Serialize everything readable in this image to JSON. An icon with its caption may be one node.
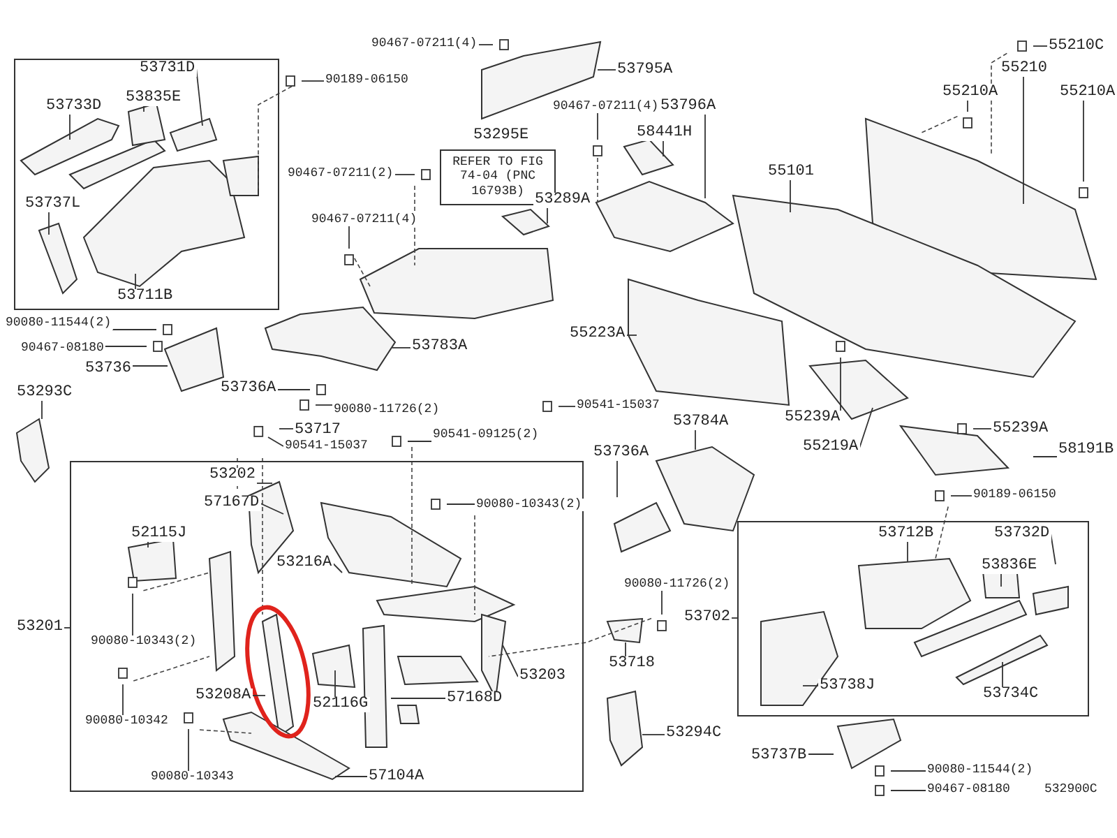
{
  "diagram": {
    "nodes": [
      {
        "text": [],
        "shape": "box"
      },
      {
        "text": [],
        "shape": "box"
      },
      {
        "text": [],
        "shape": "box"
      },
      {
        "text": [
          "53731D"
        ],
        "in": 0
      },
      {
        "text": [
          "53835E"
        ],
        "in": 0
      },
      {
        "text": [
          "53733D"
        ],
        "in": 0
      },
      {
        "text": [
          "53737L"
        ],
        "in": 0
      },
      {
        "text": [
          "53711B"
        ],
        "in": 0
      },
      {
        "text": [
          "90189-06150"
        ]
      },
      {
        "text": [
          "90467-07211(4)"
        ]
      },
      {
        "text": [
          "53795A"
        ]
      },
      {
        "text": [
          "53295E"
        ]
      },
      {
        "text": [
          "REFER TO FIG 74-04 (PNC 16793B)"
        ]
      },
      {
        "text": [
          "53289A"
        ]
      },
      {
        "text": [
          "90467-07211(2)"
        ]
      },
      {
        "text": [
          "90467-07211(4)"
        ]
      },
      {
        "text": [
          "90467-07211(4)"
        ]
      },
      {
        "text": [
          "53796A"
        ]
      },
      {
        "text": [
          "58441H"
        ]
      },
      {
        "text": [
          "55101"
        ]
      },
      {
        "text": [
          "55210C"
        ]
      },
      {
        "text": [
          "55210"
        ]
      },
      {
        "text": [
          "55210A"
        ]
      },
      {
        "text": [
          "55210A"
        ]
      },
      {
        "text": [
          "90080-11544(2)"
        ]
      },
      {
        "text": [
          "90467-08180"
        ]
      },
      {
        "text": [
          "53736"
        ]
      },
      {
        "text": [
          "53783A"
        ]
      },
      {
        "text": [
          "53293C"
        ]
      },
      {
        "text": [
          "53736A"
        ]
      },
      {
        "text": [
          "90080-11726(2)"
        ]
      },
      {
        "text": [
          "53717"
        ]
      },
      {
        "text": [
          "90541-15037"
        ]
      },
      {
        "text": [
          "90541-09125(2)"
        ]
      },
      {
        "text": [
          "55223A"
        ]
      },
      {
        "text": [
          "90541-15037"
        ]
      },
      {
        "text": [
          "55239A"
        ]
      },
      {
        "text": [
          "55219A"
        ]
      },
      {
        "text": [
          "53784A"
        ]
      },
      {
        "text": [
          "53736A"
        ]
      },
      {
        "text": [
          "55239A"
        ]
      },
      {
        "text": [
          "58191B"
        ]
      },
      {
        "text": [
          "90189-06150"
        ]
      },
      {
        "text": [
          "53202"
        ],
        "in": 1
      },
      {
        "text": [
          "57167D"
        ],
        "in": 1
      },
      {
        "text": [
          "90080-10343(2)"
        ],
        "in": 1
      },
      {
        "text": [
          "52115J"
        ],
        "in": 1
      },
      {
        "text": [
          "53216A"
        ],
        "in": 1
      },
      {
        "text": [
          "53201"
        ]
      },
      {
        "text": [
          "90080-10343(2)"
        ],
        "in": 1
      },
      {
        "text": [
          "53208A"
        ],
        "in": 1
      },
      {
        "text": [
          "52116G"
        ],
        "in": 1
      },
      {
        "text": [
          "53203"
        ],
        "in": 1
      },
      {
        "text": [
          "57168D"
        ],
        "in": 1
      },
      {
        "text": [
          "90080-10342"
        ],
        "in": 1
      },
      {
        "text": [
          "90080-10343"
        ],
        "in": 1
      },
      {
        "text": [
          "57104A"
        ],
        "in": 1
      },
      {
        "text": [
          "90080-11726(2)"
        ]
      },
      {
        "text": [
          "53702"
        ]
      },
      {
        "text": [
          "53718"
        ]
      },
      {
        "text": [
          "53294C"
        ]
      },
      {
        "text": [
          "53737B"
        ]
      },
      {
        "text": [
          "90080-11544(2)"
        ]
      },
      {
        "text": [
          "90467-08180"
        ]
      },
      {
        "text": [
          "53712B"
        ],
        "in": 2
      },
      {
        "text": [
          "53732D"
        ],
        "in": 2
      },
      {
        "text": [
          "53836E"
        ],
        "in": 2
      },
      {
        "text": [
          "53738J"
        ],
        "in": 2
      },
      {
        "text": [
          "53734C"
        ],
        "in": 2
      }
    ],
    "edges": [
      {
        "from": 3,
        "to": null,
        "arrow": "none"
      },
      {
        "from": 4,
        "to": null,
        "arrow": "none"
      },
      {
        "from": 5,
        "to": null,
        "arrow": "none"
      },
      {
        "from": 6,
        "to": null,
        "arrow": "none"
      },
      {
        "from": 7,
        "to": null,
        "arrow": "none"
      },
      {
        "from": 8,
        "to": null,
        "arrow": "none"
      },
      {
        "from": 9,
        "to": null,
        "arrow": "none"
      },
      {
        "from": 10,
        "to": null,
        "arrow": "none"
      },
      {
        "from": 13,
        "to": null,
        "arrow": "none"
      },
      {
        "from": 14,
        "to": null,
        "arrow": "none"
      },
      {
        "from": 15,
        "to": null,
        "arrow": "none"
      },
      {
        "from": 16,
        "to": null,
        "arrow": "none"
      },
      {
        "from": 17,
        "to": null,
        "arrow": "none"
      },
      {
        "from": 18,
        "to": null,
        "arrow": "none"
      },
      {
        "from": 19,
        "to": null,
        "arrow": "none"
      },
      {
        "from": 20,
        "to": null,
        "arrow": "none"
      },
      {
        "from": 21,
        "to": null,
        "arrow": "none"
      },
      {
        "from": 22,
        "to": null,
        "arrow": "none"
      },
      {
        "from": 23,
        "to": null,
        "arrow": "none"
      },
      {
        "from": 24,
        "to": null,
        "arrow": "none"
      },
      {
        "from": 25,
        "to": null,
        "arrow": "none"
      },
      {
        "from": 26,
        "to": null,
        "arrow": "none"
      },
      {
        "from": 27,
        "to": null,
        "arrow": "none"
      },
      {
        "from": 28,
        "to": null,
        "arrow": "none"
      },
      {
        "from": 29,
        "to": null,
        "arrow": "none"
      },
      {
        "from": 30,
        "to": null,
        "arrow": "none"
      },
      {
        "from": 31,
        "to": null,
        "arrow": "none"
      },
      {
        "from": 32,
        "to": null,
        "arrow": "none"
      },
      {
        "from": 33,
        "to": null,
        "arrow": "none"
      },
      {
        "from": 34,
        "to": null,
        "arrow": "none"
      },
      {
        "from": 35,
        "to": null,
        "arrow": "none"
      },
      {
        "from": 36,
        "to": null,
        "arrow": "none"
      },
      {
        "from": 37,
        "to": null,
        "arrow": "none"
      },
      {
        "from": 38,
        "to": null,
        "arrow": "none"
      },
      {
        "from": 39,
        "to": null,
        "arrow": "none"
      },
      {
        "from": 40,
        "to": null,
        "arrow": "none"
      },
      {
        "from": 41,
        "to": null,
        "arrow": "none"
      },
      {
        "from": 42,
        "to": null,
        "arrow": "none"
      },
      {
        "from": 43,
        "to": null,
        "arrow": "none"
      },
      {
        "from": 44,
        "to": null,
        "arrow": "none"
      },
      {
        "from": 45,
        "to": null,
        "arrow": "none"
      },
      {
        "from": 46,
        "to": null,
        "arrow": "none"
      },
      {
        "from": 47,
        "to": null,
        "arrow": "none"
      },
      {
        "from": 48,
        "to": 1,
        "arrow": "none"
      },
      {
        "from": 49,
        "to": null,
        "arrow": "none"
      },
      {
        "from": 50,
        "to": null,
        "arrow": "none"
      },
      {
        "from": 51,
        "to": null,
        "arrow": "none"
      },
      {
        "from": 52,
        "to": null,
        "arrow": "none"
      },
      {
        "from": 53,
        "to": null,
        "arrow": "none"
      },
      {
        "from": 54,
        "to": null,
        "arrow": "none"
      },
      {
        "from": 55,
        "to": null,
        "arrow": "none"
      },
      {
        "from": 56,
        "to": null,
        "arrow": "none"
      },
      {
        "from": 57,
        "to": null,
        "arrow": "none"
      },
      {
        "from": 58,
        "to": 2,
        "arrow": "none"
      },
      {
        "from": 59,
        "to": null,
        "arrow": "none"
      },
      {
        "from": 60,
        "to": null,
        "arrow": "none"
      },
      {
        "from": 61,
        "to": null,
        "arrow": "none"
      },
      {
        "from": 62,
        "to": null,
        "arrow": "none"
      },
      {
        "from": 63,
        "to": null,
        "arrow": "none"
      },
      {
        "from": 64,
        "to": null,
        "arrow": "none"
      },
      {
        "from": 65,
        "to": null,
        "arrow": "none"
      },
      {
        "from": 66,
        "to": null,
        "arrow": "none"
      },
      {
        "from": 67,
        "to": null,
        "arrow": "none"
      },
      {
        "from": 68,
        "to": null,
        "arrow": "none"
      }
    ],
    "labels": [
      "532900C"
    ]
  }
}
